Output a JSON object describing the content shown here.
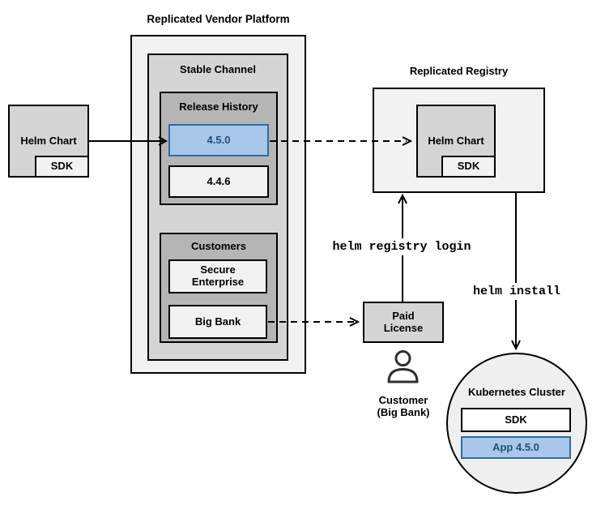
{
  "vendor_platform": {
    "title": "Replicated Vendor Platform",
    "stable_channel": {
      "title": "Stable Channel",
      "release_history": {
        "title": "Release History",
        "releases": [
          {
            "version": "4.5.0",
            "highlighted": true
          },
          {
            "version": "4.4.6",
            "highlighted": false
          }
        ]
      },
      "customers": {
        "title": "Customers",
        "items": [
          {
            "name": "Secure Enterprise"
          },
          {
            "name": "Big Bank"
          }
        ]
      }
    }
  },
  "source_helm_chart": {
    "label": "Helm Chart",
    "sdk": "SDK"
  },
  "registry": {
    "title": "Replicated Registry",
    "helm_chart": {
      "label": "Helm Chart",
      "sdk": "SDK"
    }
  },
  "license": {
    "label": "Paid License"
  },
  "customer": {
    "name": "Customer",
    "detail": "(Big Bank)"
  },
  "commands": {
    "registry_login": "helm registry login",
    "install": "helm install"
  },
  "kubernetes": {
    "title": "Kubernetes Cluster",
    "sdk": "SDK",
    "app": "App 4.5.0"
  },
  "colors": {
    "highlight_fill": "#A9C7E9",
    "highlight_stroke": "#2B6CA3",
    "highlight_text": "#1D4F7E",
    "box_light": "#F2F2F2",
    "box_mid": "#D5D5D5",
    "box_dark": "#B5B5B5",
    "line": "#000000"
  }
}
